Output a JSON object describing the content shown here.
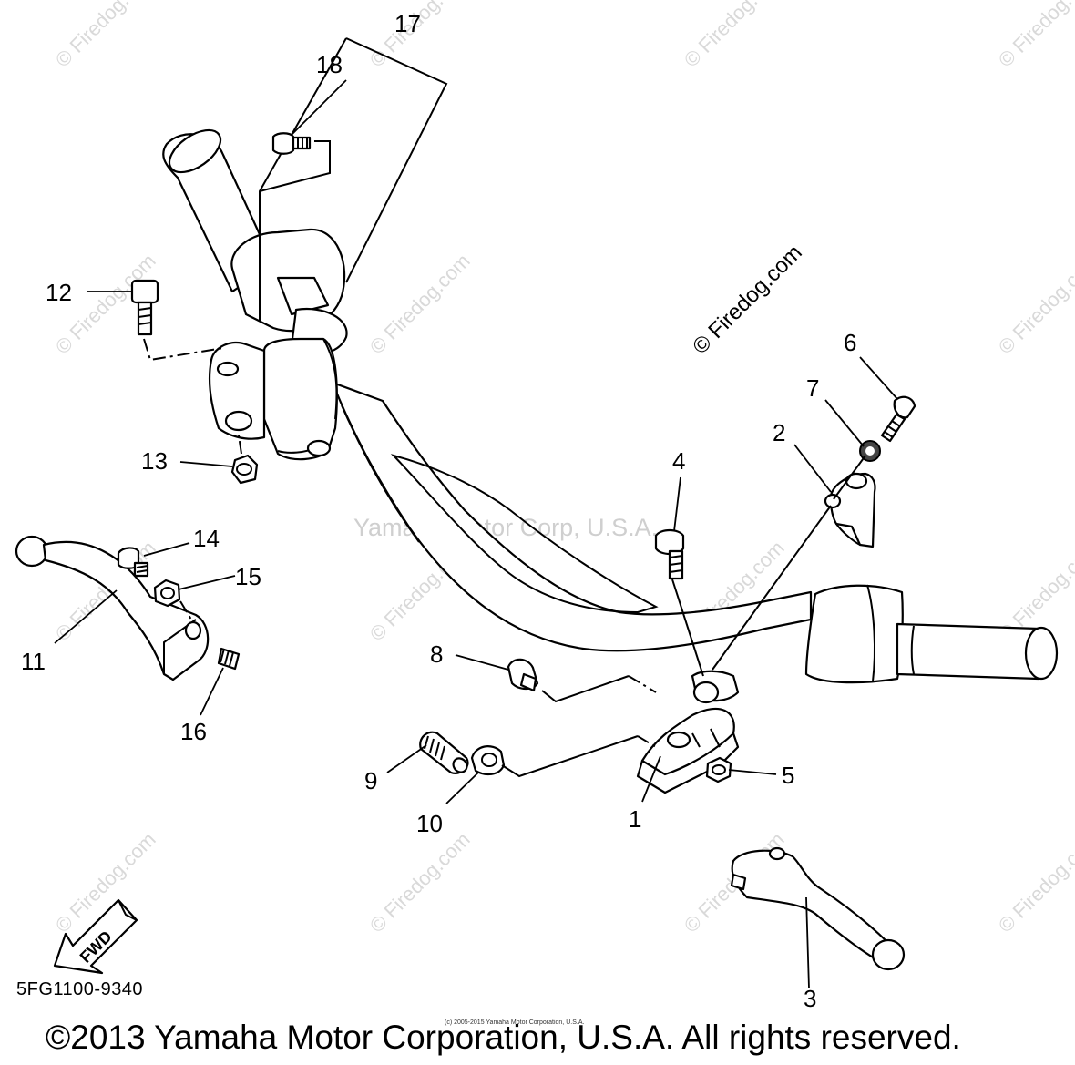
{
  "callouts": [
    {
      "id": "1",
      "label": "1"
    },
    {
      "id": "2",
      "label": "2"
    },
    {
      "id": "3",
      "label": "3"
    },
    {
      "id": "4",
      "label": "4"
    },
    {
      "id": "5",
      "label": "5"
    },
    {
      "id": "6",
      "label": "6"
    },
    {
      "id": "7",
      "label": "7"
    },
    {
      "id": "8",
      "label": "8"
    },
    {
      "id": "9",
      "label": "9"
    },
    {
      "id": "10",
      "label": "10"
    },
    {
      "id": "11",
      "label": "11"
    },
    {
      "id": "12",
      "label": "12"
    },
    {
      "id": "13",
      "label": "13"
    },
    {
      "id": "14",
      "label": "14"
    },
    {
      "id": "15",
      "label": "15"
    },
    {
      "id": "16",
      "label": "16"
    },
    {
      "id": "17",
      "label": "17"
    },
    {
      "id": "18",
      "label": "18"
    }
  ],
  "watermarks": {
    "site": "© Firedog.com",
    "center": "Yamaha Motor Corp, U.S.A."
  },
  "fwd_label": "FWD",
  "diagram_code": "5FG1100-9340",
  "small_copyright": "(c) 2005-2015 Yamaha Motor Corporation, U.S.A.",
  "footer_copyright": "©2013 Yamaha Motor Corporation, U.S.A. All rights reserved."
}
